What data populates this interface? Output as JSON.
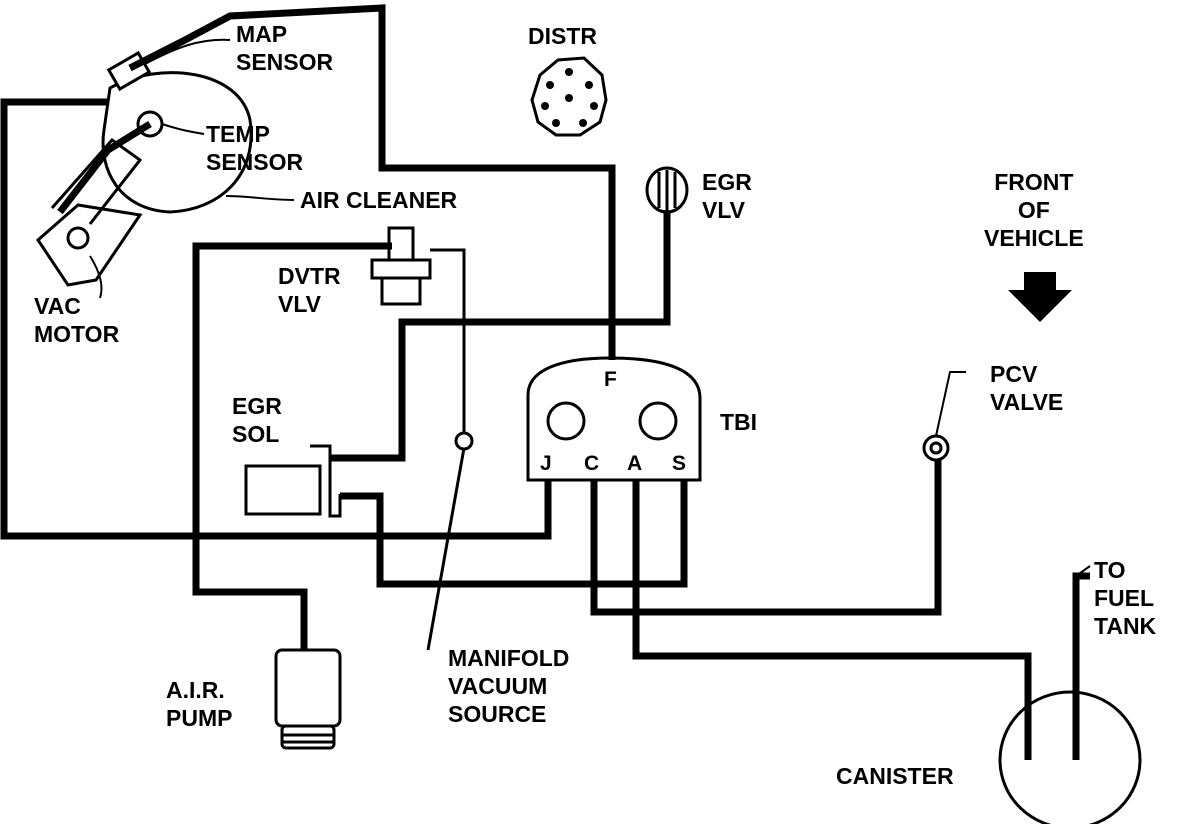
{
  "labels": {
    "map_sensor": [
      "MAP",
      "SENSOR"
    ],
    "temp_sensor": [
      "TEMP",
      "SENSOR"
    ],
    "air_cleaner": "AIR CLEANER",
    "vac_motor": [
      "VAC",
      "MOTOR"
    ],
    "distr": "DISTR",
    "egr_vlv": [
      "EGR",
      "VLV"
    ],
    "front_of_vehicle": [
      "FRONT",
      "OF",
      "VEHICLE"
    ],
    "dvtr_vlv": [
      "DVTR",
      "VLV"
    ],
    "egr_sol": [
      "EGR",
      "SOL"
    ],
    "tbi": "TBI",
    "pcv_valve": [
      "PCV",
      "VALVE"
    ],
    "to_fuel_tank": [
      "TO",
      "FUEL",
      "TANK"
    ],
    "air_pump": [
      "A.I.R.",
      "PUMP"
    ],
    "manifold_vacuum_source": [
      "MANIFOLD",
      "VACUUM",
      "SOURCE"
    ],
    "canister": "CANISTER"
  },
  "tbi_ports": {
    "top": "F",
    "bottom": [
      "J",
      "C",
      "A",
      "S"
    ]
  },
  "colors": {
    "ink": "#000000",
    "paper": "#ffffff"
  }
}
